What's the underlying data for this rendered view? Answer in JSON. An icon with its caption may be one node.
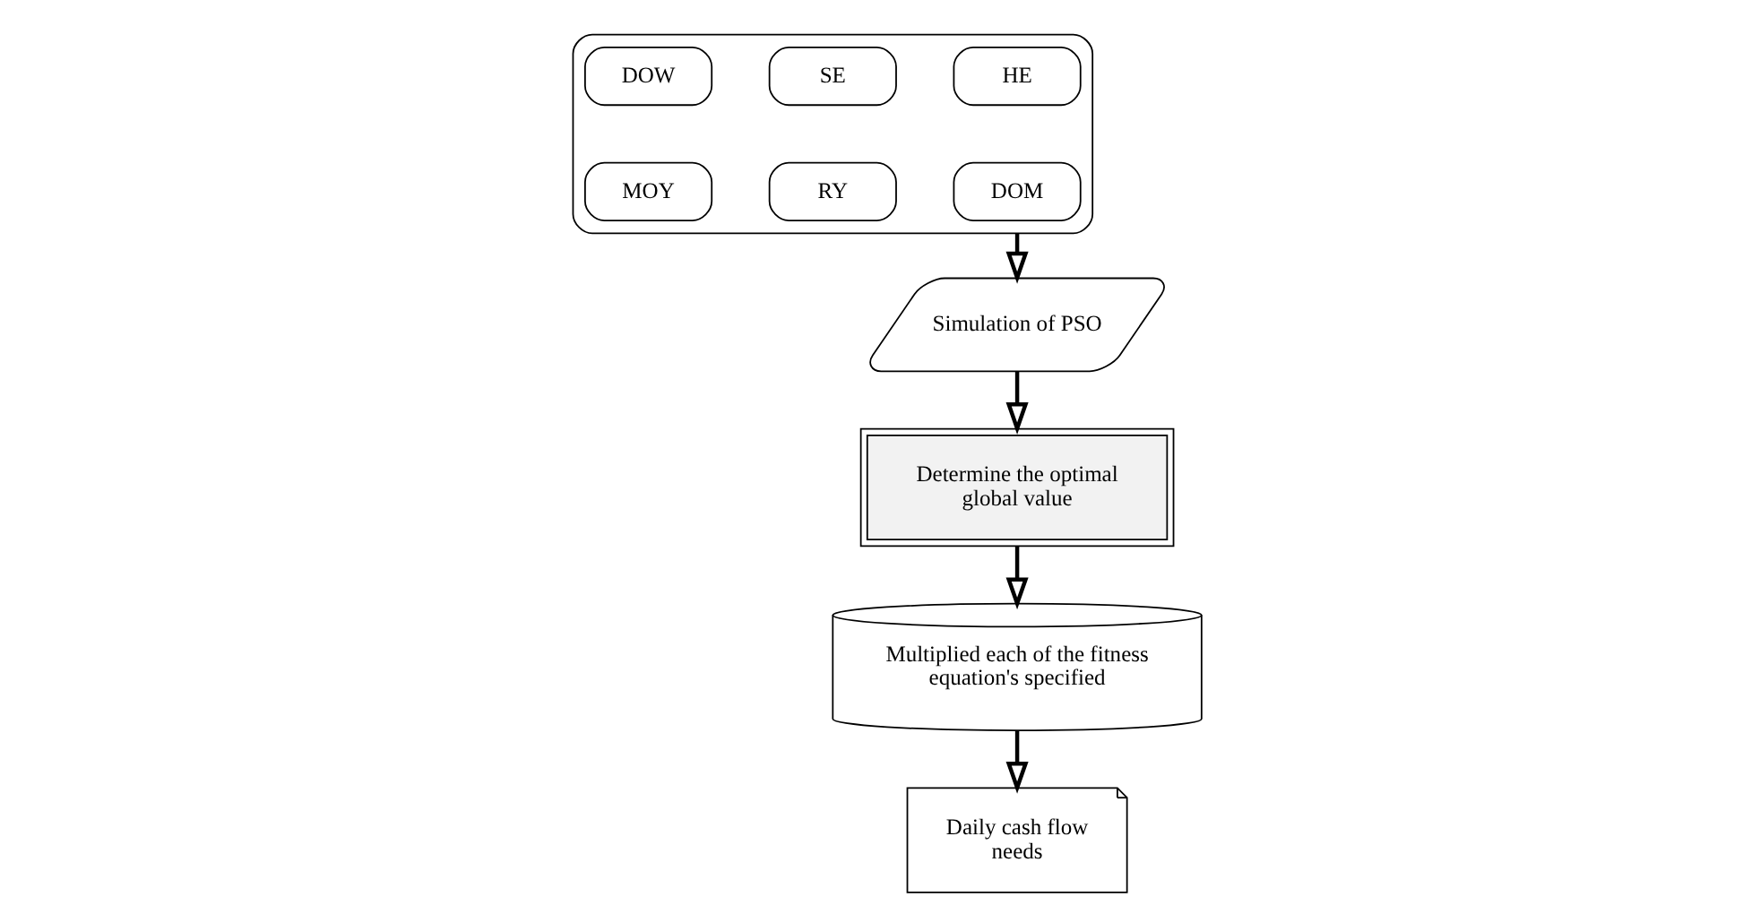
{
  "diagram": {
    "nodes": [
      {
        "text": [],
        "shape": "box"
      },
      {
        "text": [
          "HE"
        ],
        "in": 0
      },
      {
        "text": [
          "SE"
        ],
        "in": 0
      },
      {
        "text": [
          "DOW"
        ],
        "in": 0
      },
      {
        "text": [
          "DOM"
        ],
        "in": 0
      },
      {
        "text": [
          "RY"
        ],
        "in": 0
      },
      {
        "text": [
          "MOY"
        ],
        "in": 0
      },
      {
        "text": [
          "Simulation of PSO"
        ]
      },
      {
        "text": [
          "Determine the optimal global value"
        ]
      },
      {
        "text": [
          "Multiplied each of the fitness equation's specified"
        ]
      },
      {
        "text": [
          "Daily cash flow needs"
        ]
      }
    ],
    "edges": [
      {
        "from": 0,
        "to": 7,
        "arrow": "to"
      },
      {
        "from": 7,
        "to": 8,
        "arrow": "to"
      },
      {
        "from": 8,
        "to": 9,
        "arrow": "to"
      },
      {
        "from": 9,
        "to": 10,
        "arrow": "to"
      }
    ]
  }
}
